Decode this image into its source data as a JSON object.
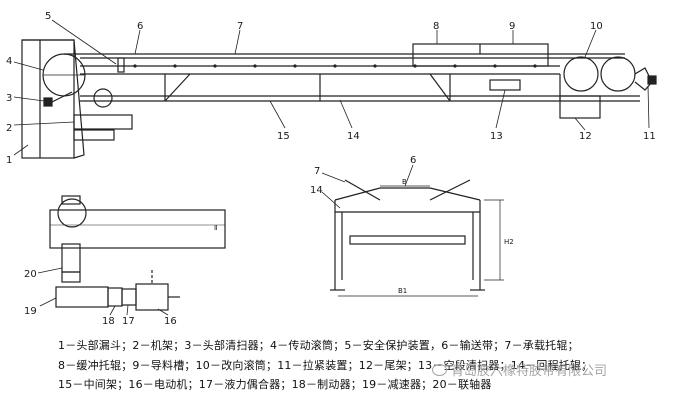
{
  "main_diagram": {
    "callouts": [
      "1",
      "2",
      "3",
      "4",
      "5",
      "6",
      "7",
      "8",
      "9",
      "10",
      "11",
      "12",
      "13",
      "14",
      "15"
    ]
  },
  "drive_detail": {
    "callouts": [
      "16",
      "17",
      "18",
      "19",
      "20"
    ],
    "mark": "Ⅱ"
  },
  "section_view": {
    "callouts": [
      "6",
      "7",
      "14"
    ],
    "dim_width": "B",
    "dim_height": "H2",
    "dim_overall": "B1"
  },
  "legend": {
    "line1": "1－头部漏斗；2－机架；3－头部清扫器；4－传动滚筒；5－安全保护装置，6－输送带；7－承载托辊；",
    "line2": "8－缓冲托辊；9－导料槽；10－改向滚筒；11－拉紧装置；12－尾架；13－空段清扫器；14－回程托辊；",
    "line3": "15－中间架；16－电动机；17－液力偶合器；18－制动器；19－减速器；20－联轴器"
  },
  "watermark": "青岛胶六橡特胶带有限公司"
}
